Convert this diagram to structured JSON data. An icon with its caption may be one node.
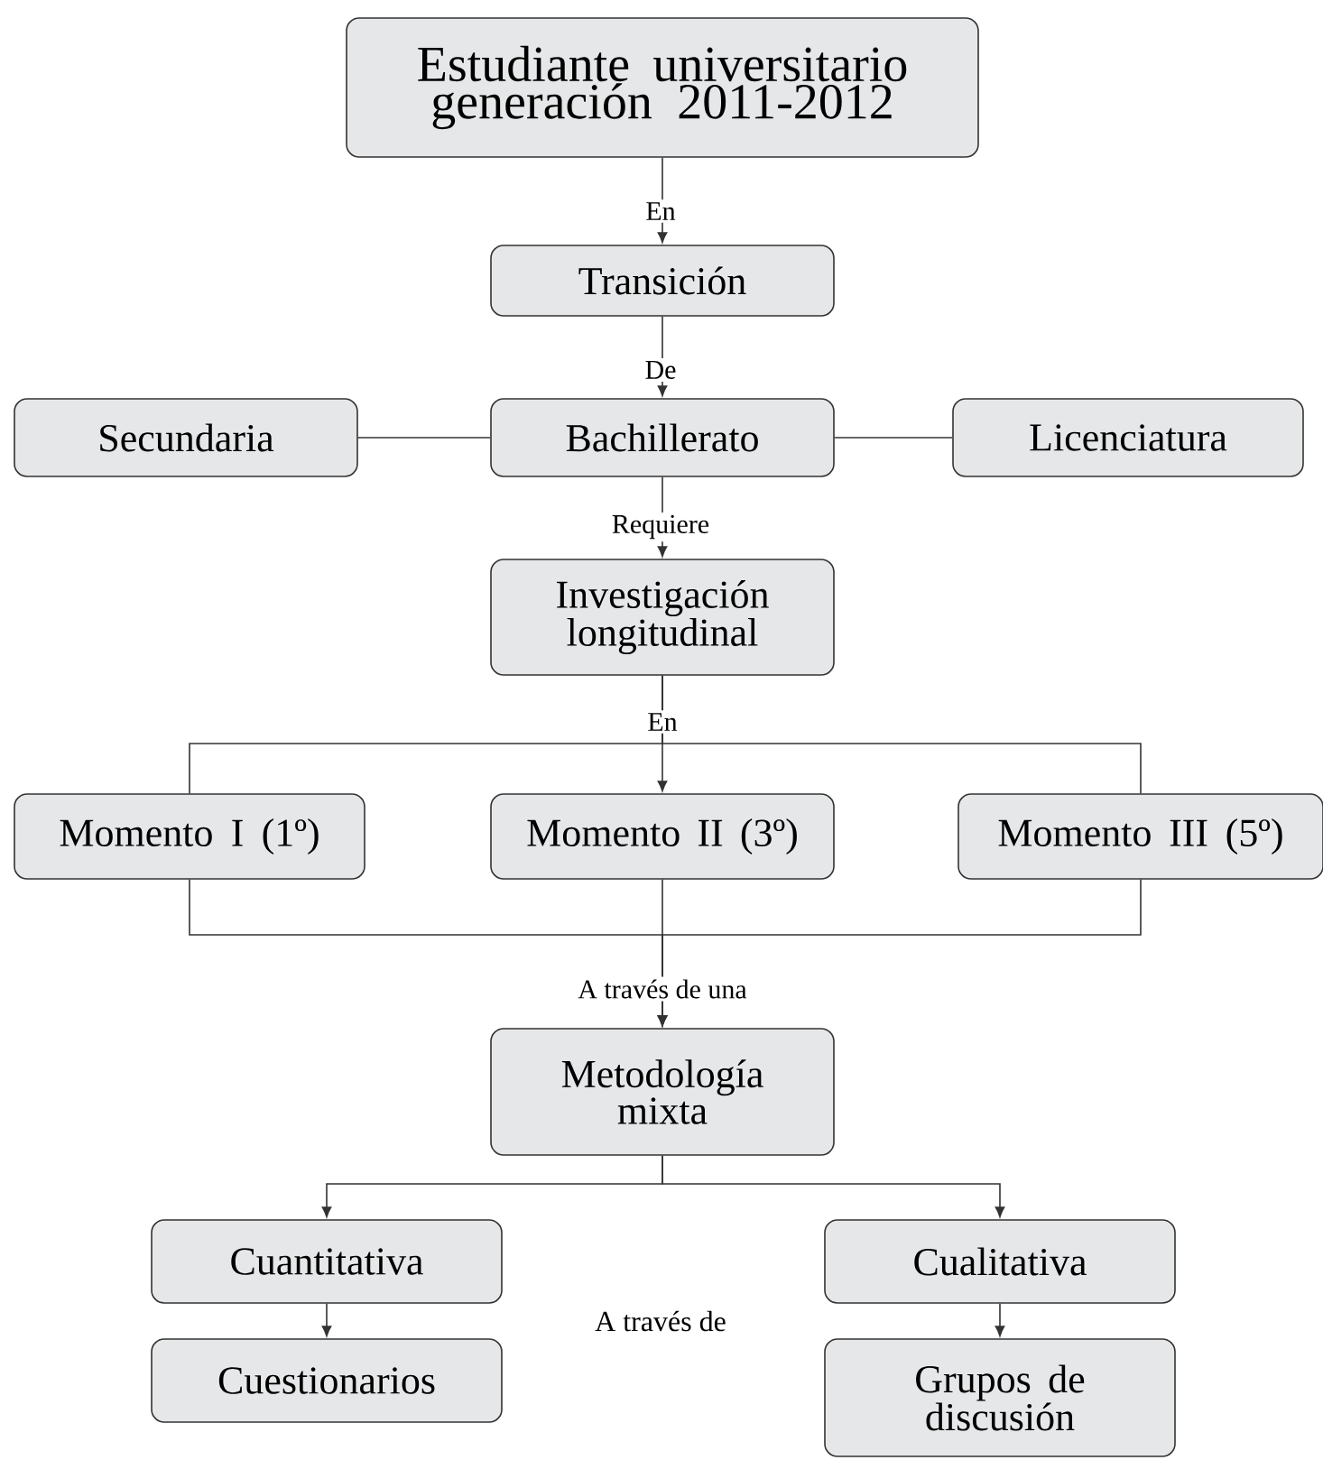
{
  "diagram": {
    "nodes": [
      {
        "text": [
          "Estudiante universitario generación 2011-2012"
        ]
      },
      {
        "text": [
          "Transición"
        ]
      },
      {
        "text": [
          "Secundaria"
        ]
      },
      {
        "text": [
          "Bachillerato"
        ]
      },
      {
        "text": [
          "Licenciatura"
        ]
      },
      {
        "text": [
          "Investigación longitudinal"
        ]
      },
      {
        "text": [
          "Momento I (1º)"
        ]
      },
      {
        "text": [
          "Momento II (3º)"
        ]
      },
      {
        "text": [
          "Momento III (5º)"
        ]
      },
      {
        "text": [
          "Metodología mixta"
        ]
      },
      {
        "text": [
          "Cuantitativa"
        ]
      },
      {
        "text": [
          "Cualitativa"
        ]
      },
      {
        "text": [
          "Cuestionarios"
        ]
      },
      {
        "text": [
          "Grupos de discusión"
        ]
      }
    ],
    "edges": [
      {
        "from": 0,
        "to": 1,
        "arrow": "to",
        "label": "En"
      },
      {
        "from": 1,
        "to": 3,
        "arrow": "to",
        "label": "De"
      },
      {
        "from": 3,
        "to": 2,
        "arrow": "none"
      },
      {
        "from": 3,
        "to": 4,
        "arrow": "none"
      },
      {
        "from": 3,
        "to": 5,
        "arrow": "to",
        "label": "Requiere"
      },
      {
        "from": 5,
        "to": 6,
        "arrow": "none"
      },
      {
        "from": 5,
        "to": 7,
        "arrow": "to",
        "label": "En"
      },
      {
        "from": 5,
        "to": 8,
        "arrow": "none"
      },
      {
        "from": 6,
        "to": 9,
        "arrow": "to",
        "label": "A través de una"
      },
      {
        "from": 7,
        "to": 9,
        "arrow": "to"
      },
      {
        "from": 8,
        "to": 9,
        "arrow": "to"
      },
      {
        "from": 9,
        "to": 10,
        "arrow": "to"
      },
      {
        "from": 9,
        "to": 11,
        "arrow": "to"
      },
      {
        "from": 10,
        "to": 12,
        "arrow": "to"
      },
      {
        "from": 11,
        "to": 13,
        "arrow": "to"
      }
    ],
    "labels": [
      "A través de"
    ]
  }
}
